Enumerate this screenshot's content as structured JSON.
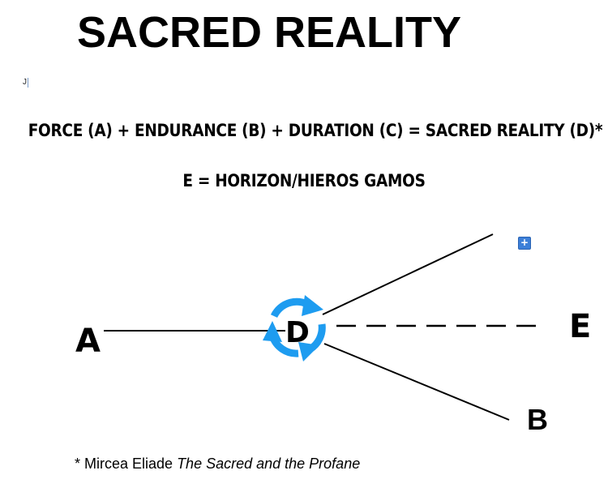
{
  "title": "SACRED REALITY",
  "cursor_text": "J",
  "formula_line_1": "FORCE (A) + ENDURANCE (B) + DURATION (C) = SACRED REALITY (D)*",
  "formula_line_2": "E = HORIZON/HIEROS GAMOS",
  "diagram": {
    "labels": {
      "a": "A",
      "b": "B",
      "d": "D",
      "e": "E"
    },
    "cycle_icon_color": "#1e9cf0",
    "add_button_symbol": "+",
    "add_button_color": "#3c7fd8"
  },
  "footnote": {
    "prefix": "* Mircea Eliade ",
    "book_title": "The Sacred and the Profane"
  }
}
